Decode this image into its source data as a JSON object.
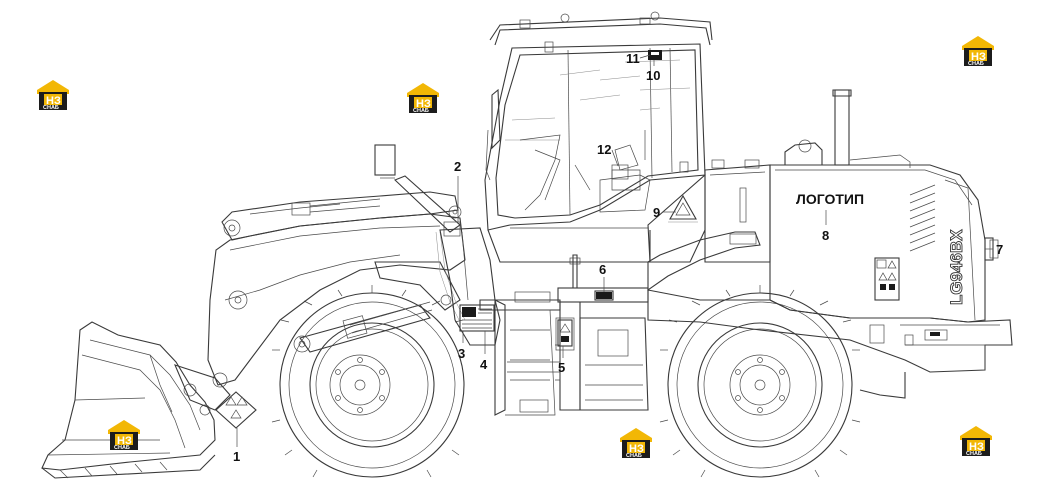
{
  "labels": {
    "l1": "1",
    "l2": "2",
    "l3": "3",
    "l4": "4",
    "l5": "5",
    "l6": "6",
    "l7": "7",
    "l8": "8",
    "l9": "9",
    "l10": "10",
    "l11": "11",
    "l12": "12"
  },
  "logo_placeholder": "ЛОГОТИП",
  "model_marking": "LG946BX",
  "watermark": {
    "letters": "НЗ",
    "sub": "СНАБ",
    "colors": {
      "roof": "#f2b705",
      "body": "#1c1c1c"
    }
  }
}
